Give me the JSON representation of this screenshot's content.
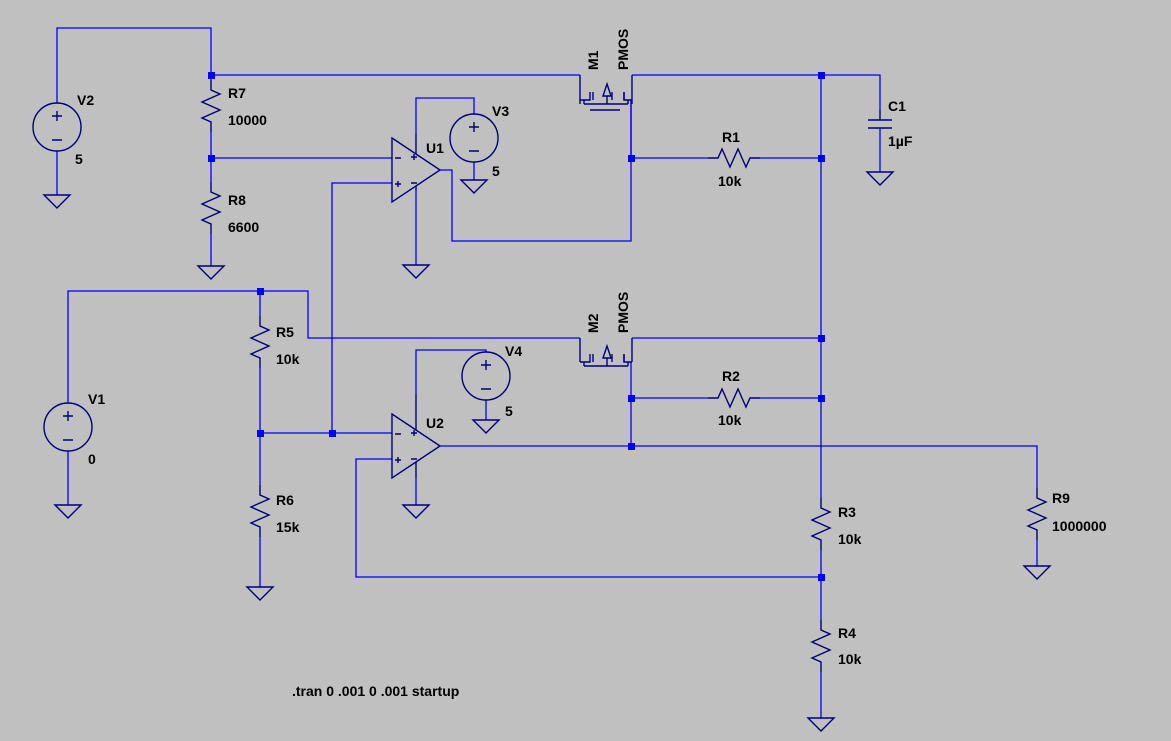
{
  "components": {
    "V1": {
      "name": "V1",
      "value": "0"
    },
    "V2": {
      "name": "V2",
      "value": "5"
    },
    "V3": {
      "name": "V3",
      "value": "5"
    },
    "V4": {
      "name": "V4",
      "value": "5"
    },
    "R1": {
      "name": "R1",
      "value": "10k"
    },
    "R2": {
      "name": "R2",
      "value": "10k"
    },
    "R3": {
      "name": "R3",
      "value": "10k"
    },
    "R4": {
      "name": "R4",
      "value": "10k"
    },
    "R5": {
      "name": "R5",
      "value": "10k"
    },
    "R6": {
      "name": "R6",
      "value": "15k"
    },
    "R7": {
      "name": "R7",
      "value": "10000"
    },
    "R8": {
      "name": "R8",
      "value": "6600"
    },
    "R9": {
      "name": "R9",
      "value": "1000000"
    },
    "C1": {
      "name": "C1",
      "value": "1µF"
    },
    "M1": {
      "name": "M1",
      "model": "PMOS"
    },
    "M2": {
      "name": "M2",
      "model": "PMOS"
    },
    "U1": {
      "name": "U1"
    },
    "U2": {
      "name": "U2"
    }
  },
  "spice_directive": ".tran 0 .001 0 .001 startup",
  "colors": {
    "background": "#c0c0c0",
    "wire": "#0000ff",
    "symbol": "#00007a",
    "text": "#000000"
  }
}
